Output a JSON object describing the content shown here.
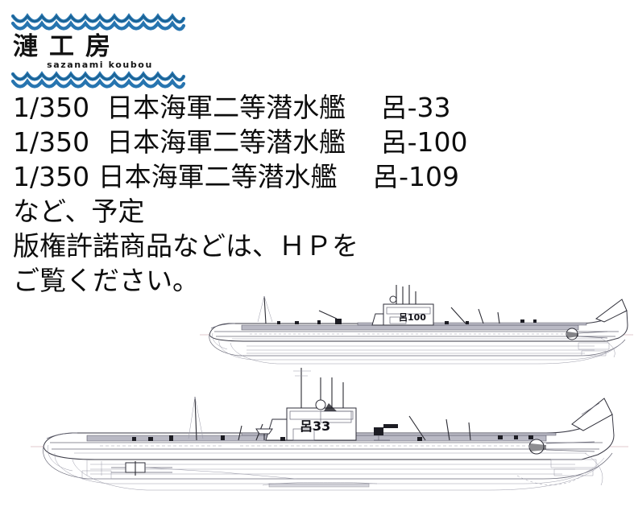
{
  "logo": {
    "name": "sazanami-koubou",
    "kanji": "漣工房",
    "romaji": "sazanami koubou",
    "wave_color": "#2775b0",
    "wave_color_dark": "#14567f",
    "top_wave_icon": "wave-band-icon",
    "bottom_wave_icon": "wave-band-icon"
  },
  "announcement": {
    "lines": [
      "1/350  日本海軍二等潜水艦　 呂-33",
      "1/350  日本海軍二等潜水艦　 呂-100",
      "1/350 日本海軍二等潜水艦　 呂-109",
      "など、予定",
      "版権許諾商品などは、ＨＰを",
      "ご覧ください。"
    ],
    "scale": "1/350",
    "category": "日本海軍二等潜水艦",
    "products": [
      "呂-33",
      "呂-100",
      "呂-109"
    ],
    "status_note": "など、予定",
    "license_note_1": "版権許諾商品などは、ＨＰを",
    "license_note_2": "ご覧ください。",
    "text_color": "#0d0d0d"
  },
  "drawings": [
    {
      "name": "submarine-ro-100",
      "hull_number": "呂100",
      "view": "side-profile",
      "position": "upper-right",
      "line_color": "#3a3a46",
      "deck_color": "#b9b9c4"
    },
    {
      "name": "submarine-ro-33",
      "hull_number": "呂33",
      "view": "side-profile",
      "position": "lower-left",
      "line_color": "#3a3a46",
      "deck_color": "#b9b9c4"
    }
  ]
}
